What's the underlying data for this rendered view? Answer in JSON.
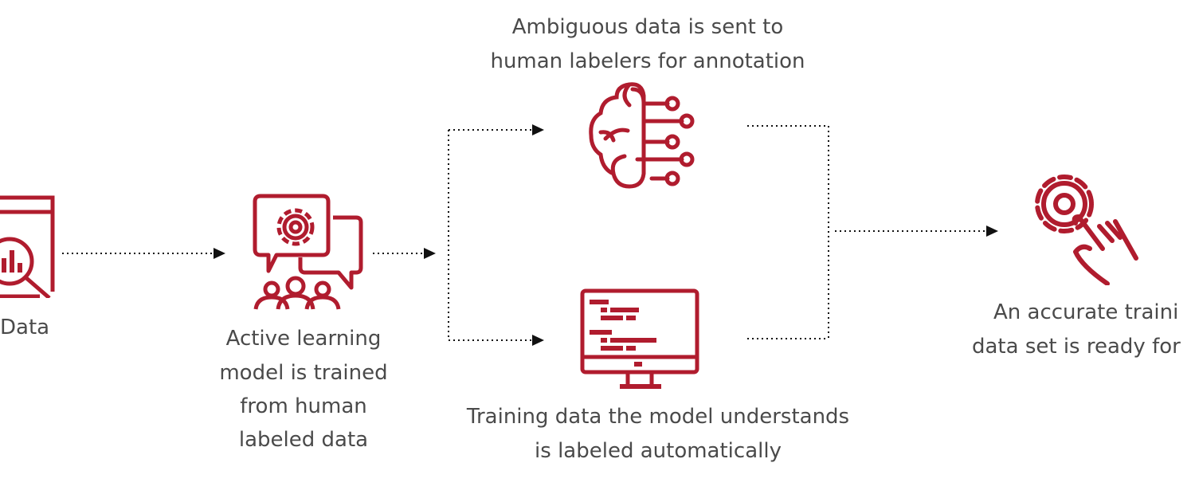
{
  "colors": {
    "accent": "#b01c2e",
    "text": "#4a4a4a",
    "connector": "#111111"
  },
  "steps": {
    "data": {
      "icon": "data-analysis-icon",
      "lines": [
        "Data"
      ]
    },
    "active_learning": {
      "icon": "chat-gear-team-icon",
      "lines": [
        "Active learning",
        "model is trained",
        "from human",
        "labeled data"
      ]
    },
    "human_labelers": {
      "icon": "brain-circuit-icon",
      "lines": [
        "Ambiguous data is sent to",
        "human labelers for annotation"
      ]
    },
    "auto_label": {
      "icon": "computer-code-icon",
      "lines": [
        "Training data the model understands",
        "is labeled automatically"
      ]
    },
    "result": {
      "icon": "gear-hand-icon",
      "lines": [
        "An accurate traini",
        "data set is ready for"
      ]
    }
  }
}
